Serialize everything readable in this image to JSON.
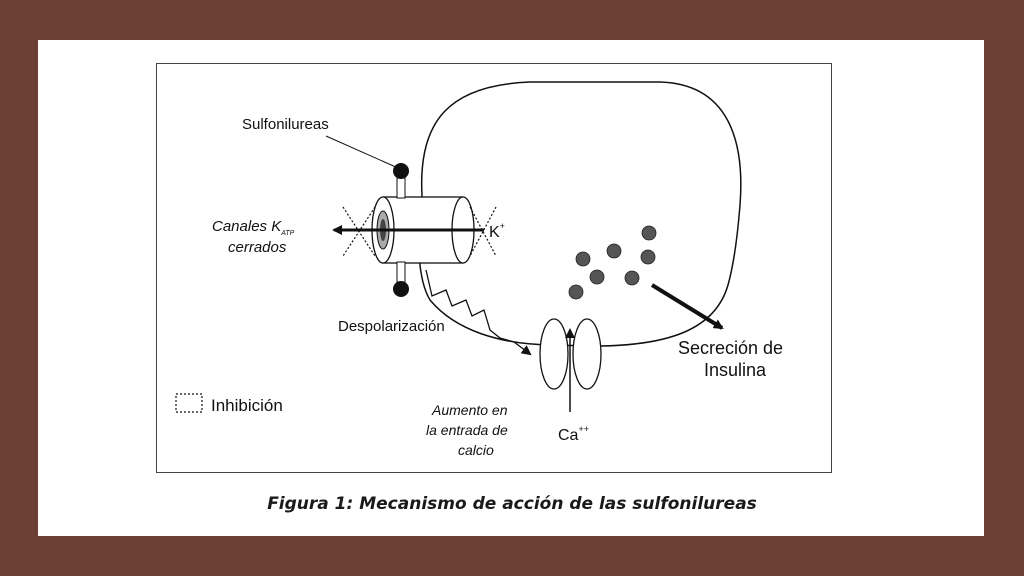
{
  "labels": {
    "sulfonilureas": "Sulfonilureas",
    "canales_line1": "Canales K",
    "canales_sub": "ATP",
    "canales_line2": "cerrados",
    "k_ion": "K",
    "k_sup": "+",
    "despolarizacion": "Despolarización",
    "secrecion_line1": "Secreción de",
    "secrecion_line2": "Insulina",
    "inhibicion": "Inhibición",
    "aumento_line1": "Aumento en",
    "aumento_line2": "la entrada de",
    "aumento_line3": "calcio",
    "ca_ion": "Ca",
    "ca_sup": "++"
  },
  "caption": "Figura 1: Mecanismo de acción de las sulfonilureas",
  "colors": {
    "frame": "#6b3f34",
    "background": "#ffffff",
    "ink": "#111111",
    "granule": "#555555"
  }
}
